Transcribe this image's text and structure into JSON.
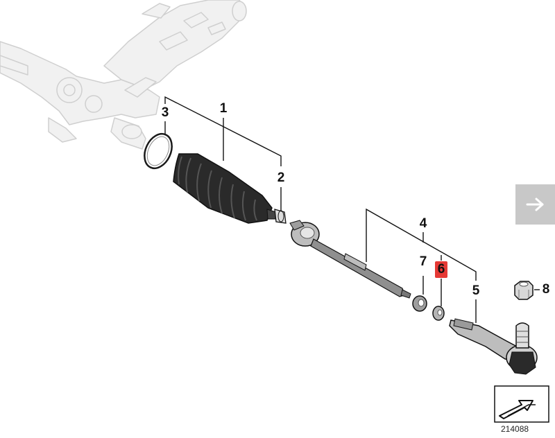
{
  "diagram": {
    "callouts": [
      {
        "id": "1",
        "label": "1",
        "highlighted": false
      },
      {
        "id": "2",
        "label": "2",
        "highlighted": false
      },
      {
        "id": "3",
        "label": "3",
        "highlighted": false
      },
      {
        "id": "4",
        "label": "4",
        "highlighted": false
      },
      {
        "id": "5",
        "label": "5",
        "highlighted": false
      },
      {
        "id": "6",
        "label": "6",
        "highlighted": true
      },
      {
        "id": "7",
        "label": "7",
        "highlighted": false
      },
      {
        "id": "8",
        "label": "8",
        "highlighted": false
      }
    ],
    "diagram_number": "214088",
    "highlight_color": "#e53935",
    "part_color": "#1a1a1a",
    "faded_color": "#d6d6d6"
  },
  "navigation": {
    "next_icon": "arrow-right-icon",
    "next_bg": "#c8c8c8"
  },
  "orientation": {
    "icon": "orientation-arrow-icon"
  }
}
